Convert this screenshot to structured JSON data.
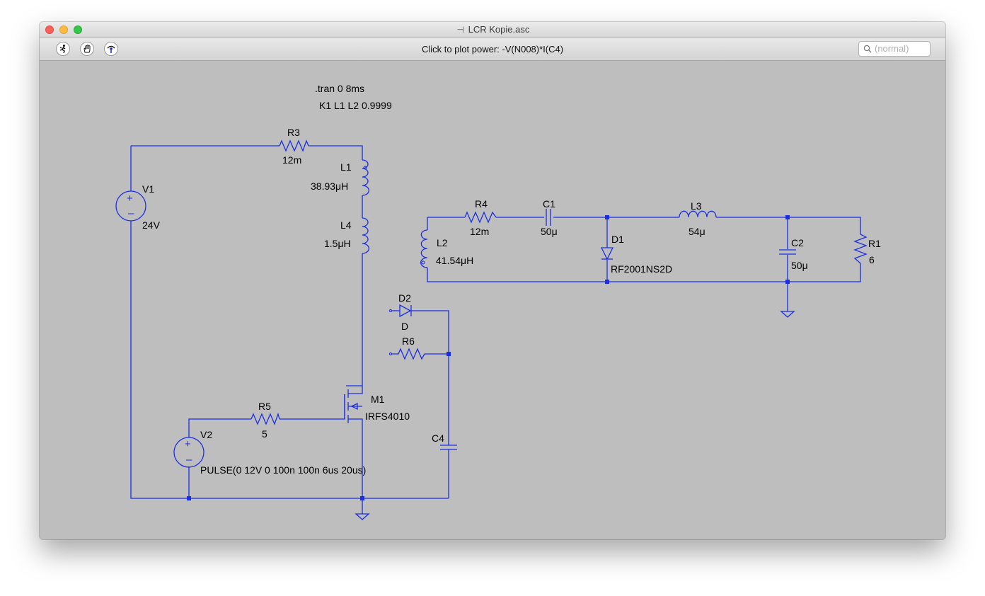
{
  "window": {
    "title": "LCR Kopie.asc",
    "status": "Click to plot power: -V(N008)*I(C4)",
    "search_placeholder": "(normal)"
  },
  "toolbar": {
    "tools": [
      {
        "name": "run-icon"
      },
      {
        "name": "pan-hand-icon"
      },
      {
        "name": "probe-icon"
      }
    ]
  },
  "directives": {
    "tran": ".tran 0 8ms",
    "coupling": "K1 L1 L2 0.9999"
  },
  "components": {
    "R3": {
      "ref": "R3",
      "value": "12m"
    },
    "L1": {
      "ref": "L1",
      "value": "38.93μH"
    },
    "L4": {
      "ref": "L4",
      "value": "1.5μH"
    },
    "V1": {
      "ref": "V1",
      "value": "24V"
    },
    "R4": {
      "ref": "R4",
      "value": "12m"
    },
    "C1": {
      "ref": "C1",
      "value": "50μ"
    },
    "L3": {
      "ref": "L3",
      "value": "54μ"
    },
    "D1": {
      "ref": "D1",
      "value": "RF2001NS2D"
    },
    "L2": {
      "ref": "L2",
      "value": "41.54μH"
    },
    "C2": {
      "ref": "C2",
      "value": "50μ"
    },
    "R1": {
      "ref": "R1",
      "value": "6"
    },
    "D2": {
      "ref": "D2",
      "value": "D"
    },
    "R6": {
      "ref": "R6"
    },
    "M1": {
      "ref": "M1",
      "value": "IRFS4010"
    },
    "R5": {
      "ref": "R5",
      "value": "5"
    },
    "V2": {
      "ref": "V2",
      "value": "PULSE(0 12V 0 100n 100n 6us 20us)"
    },
    "C4": {
      "ref": "C4"
    }
  },
  "colors": {
    "wire": "#1a2ee6",
    "canvas": "#bebebe"
  }
}
